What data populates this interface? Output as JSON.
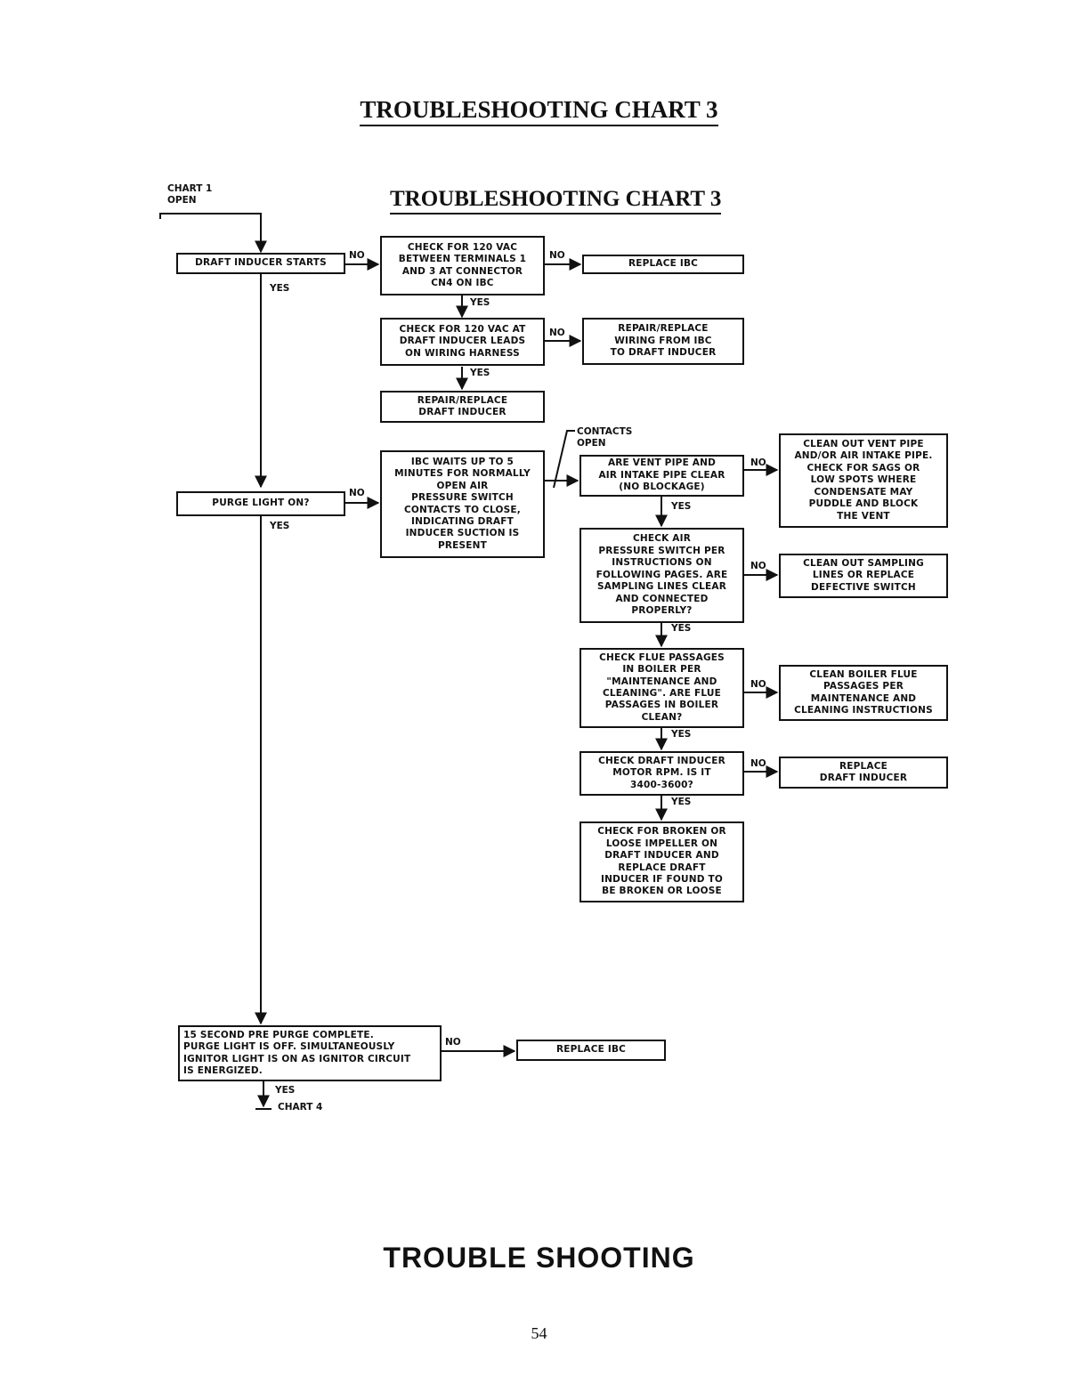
{
  "page": {
    "title": "TROUBLESHOOTING CHART 3",
    "chart_title": "TROUBLESHOOTING CHART 3",
    "footer_title": "TROUBLE SHOOTING",
    "page_number": "54"
  },
  "start": {
    "label": "CHART 1\nOPEN"
  },
  "nodes": {
    "draft_inducer_starts": "DRAFT INDUCER STARTS",
    "check_120vac_terminals": "CHECK FOR 120 VAC\nBETWEEN TERMINALS 1\nAND 3 AT CONNECTOR\nCN4 ON IBC",
    "replace_ibc_top": "REPLACE IBC",
    "check_120vac_leads": "CHECK FOR 120 VAC AT\nDRAFT INDUCER LEADS\nON WIRING HARNESS",
    "repair_wiring": "REPAIR/REPLACE\nWIRING FROM IBC\nTO DRAFT INDUCER",
    "repair_inducer": "REPAIR/REPLACE\nDRAFT INDUCER",
    "purge_light_on": "PURGE LIGHT ON?",
    "ibc_waits": "IBC WAITS UP TO 5\nMINUTES FOR NORMALLY\nOPEN AIR\nPRESSURE SWITCH\nCONTACTS TO CLOSE,\nINDICATING DRAFT\nINDUCER SUCTION IS\nPRESENT",
    "vent_pipe_clear": "ARE VENT PIPE AND\nAIR INTAKE PIPE CLEAR\n(NO BLOCKAGE)",
    "clean_vent": "CLEAN OUT VENT PIPE\nAND/OR AIR INTAKE PIPE.\nCHECK FOR SAGS OR\nLOW SPOTS WHERE\nCONDENSATE MAY\nPUDDLE AND BLOCK\nTHE VENT",
    "check_pressure_switch": "CHECK AIR\nPRESSURE SWITCH PER\nINSTRUCTIONS ON\nFOLLOWING PAGES. ARE\nSAMPLING LINES CLEAR\nAND CONNECTED\nPROPERLY?",
    "clean_sampling": "CLEAN OUT SAMPLING\nLINES OR REPLACE\nDEFECTIVE SWITCH",
    "check_flue": "CHECK FLUE PASSAGES\nIN BOILER PER\n\"MAINTENANCE AND\nCLEANING\". ARE FLUE\nPASSAGES IN BOILER\nCLEAN?",
    "clean_flue": "CLEAN BOILER FLUE\nPASSAGES PER\nMAINTENANCE AND\nCLEANING INSTRUCTIONS",
    "check_rpm": "CHECK DRAFT INDUCER\nMOTOR RPM. IS IT\n3400-3600?",
    "replace_inducer": "REPLACE\nDRAFT INDUCER",
    "check_impeller": "CHECK FOR BROKEN OR\nLOOSE IMPELLER ON\nDRAFT INDUCER AND\nREPLACE DRAFT\nINDUCER IF FOUND TO\nBE BROKEN OR LOOSE",
    "pre_purge": "15 SECOND PRE PURGE COMPLETE.\nPURGE LIGHT IS OFF. SIMULTANEOUSLY\nIGNITOR LIGHT IS ON AS IGNITOR CIRCUIT\nIS ENERGIZED.",
    "replace_ibc_bottom": "REPLACE IBC"
  },
  "labels": {
    "yes": "YES",
    "no": "NO",
    "contacts_open": "CONTACTS\nOPEN",
    "chart4": "CHART 4"
  }
}
